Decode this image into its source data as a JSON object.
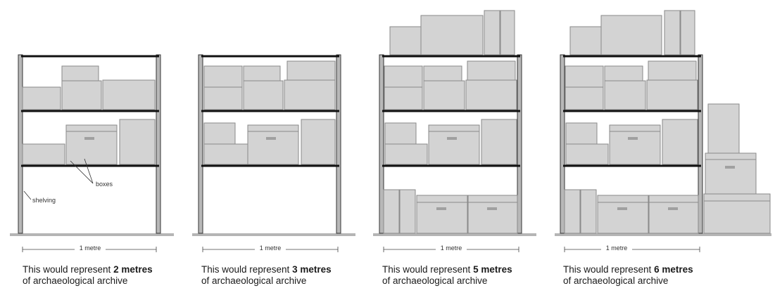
{
  "annotations": {
    "boxes_label": "boxes",
    "shelving_label": "shelving"
  },
  "panels": [
    {
      "measure_label": "1 metre",
      "caption_prefix": "This would represent ",
      "caption_amount": "2 metres",
      "caption_suffix": "of archaeological archive"
    },
    {
      "measure_label": "1 metre",
      "caption_prefix": "This would represent ",
      "caption_amount": "3 metres",
      "caption_suffix": "of archaeological archive"
    },
    {
      "measure_label": "1 metre",
      "caption_prefix": "This would represent ",
      "caption_amount": "5 metres",
      "caption_suffix": "of archaeological archive"
    },
    {
      "measure_label": "1 metre",
      "caption_prefix": "This would represent ",
      "caption_amount": "6 metres",
      "caption_suffix": "of archaeological archive"
    }
  ],
  "colors": {
    "box_fill": "#d3d3d3",
    "box_stroke": "#8a8a8a",
    "shelf": "#111111",
    "post_fill": "#b8b8b8",
    "floor": "#b5b5b5",
    "handle": "#a0a0a0"
  }
}
